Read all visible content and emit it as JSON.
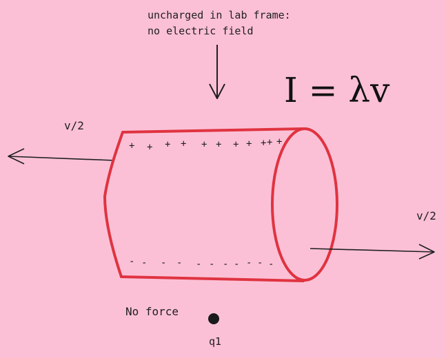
{
  "annotation": {
    "line1": "uncharged in lab frame:",
    "line2": "no electric field"
  },
  "equation": {
    "text": "I = λv"
  },
  "labels": {
    "velocity_left": "v/2",
    "velocity_right": "v/2",
    "no_force": "No force",
    "charge": "q1"
  },
  "charges": {
    "top_symbol": "+",
    "bottom_symbol": "-"
  },
  "colors": {
    "background": "#fbc0d6",
    "wire": "#e03340",
    "ink": "#1e1e1e"
  }
}
